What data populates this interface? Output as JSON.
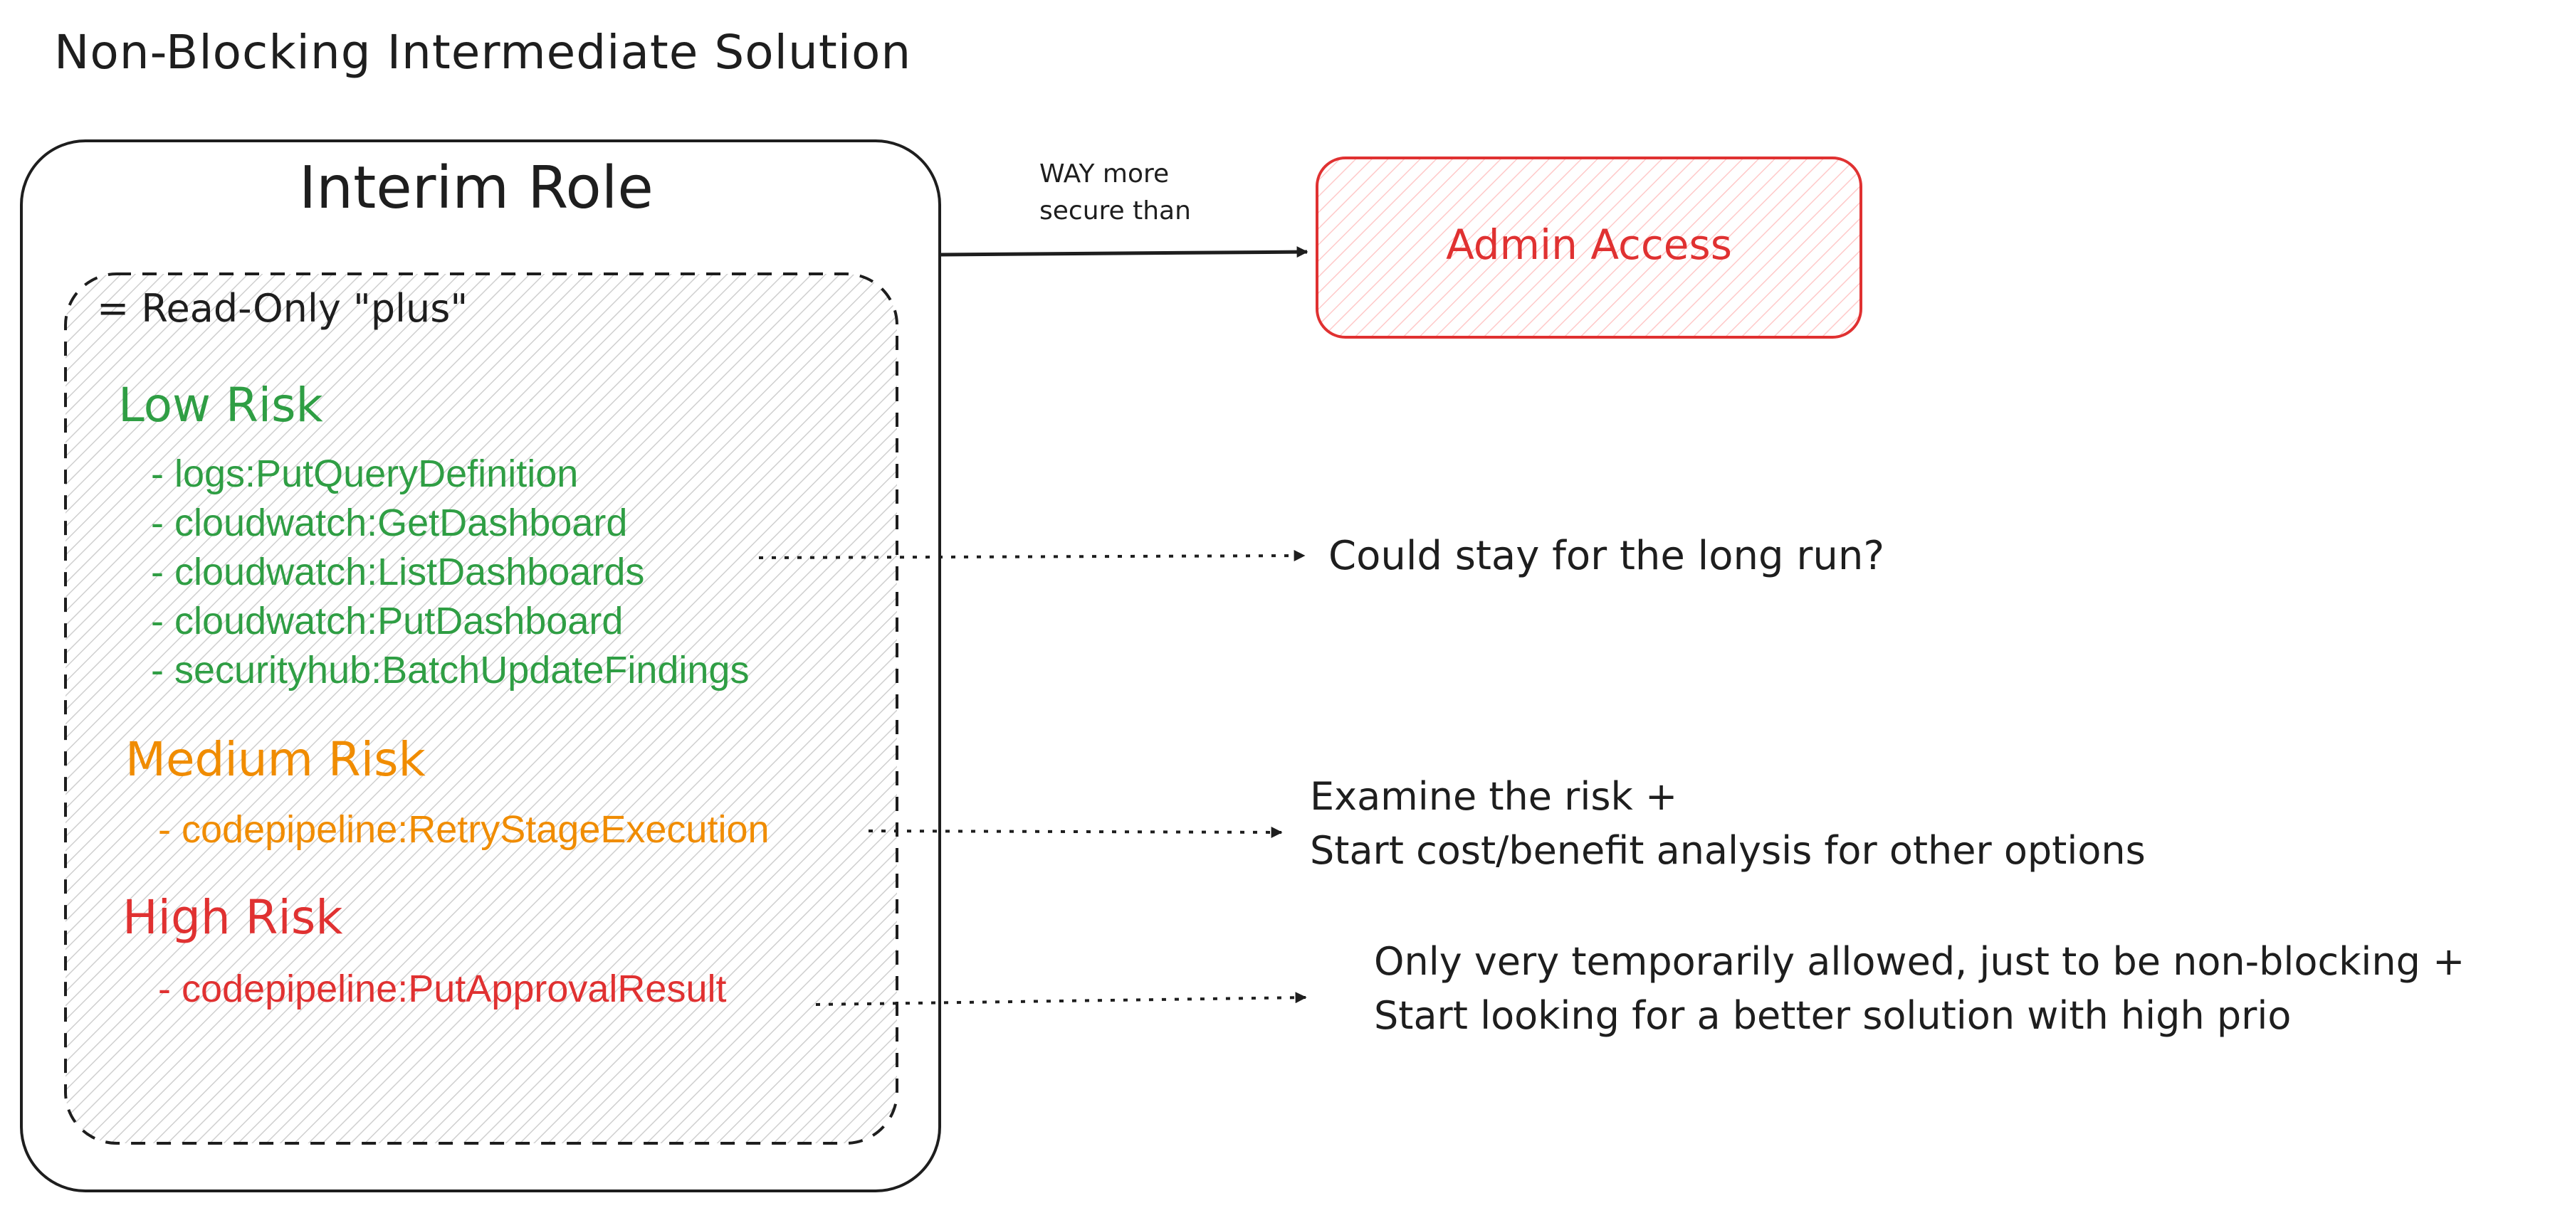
{
  "title": "Non-Blocking Intermediate Solution",
  "interim_role": {
    "title": "Interim Role",
    "subtitle": "= Read-Only \"plus\""
  },
  "comparison": {
    "label_line1": "WAY more",
    "label_line2": "secure than"
  },
  "admin_access": {
    "label": "Admin Access"
  },
  "risk_groups": {
    "low": {
      "title": "Low Risk",
      "items": [
        "- logs:PutQueryDefinition",
        "- cloudwatch:GetDashboard",
        "- cloudwatch:ListDashboards",
        "- cloudwatch:PutDashboard",
        "- securityhub:BatchUpdateFindings"
      ],
      "note": "Could stay for the long run?"
    },
    "medium": {
      "title": "Medium Risk",
      "items": [
        "- codepipeline:RetryStageExecution"
      ],
      "note_line1": "Examine the risk +",
      "note_line2": "Start cost/benefit analysis for other options"
    },
    "high": {
      "title": "High Risk",
      "items": [
        "- codepipeline:PutApprovalResult"
      ],
      "note_line1": "Only very temporarily allowed, just to be non-blocking +",
      "note_line2": "Start looking for a better solution with high prio"
    }
  },
  "colors": {
    "ink": "#1e1e1e",
    "low": "#2f9e44",
    "medium": "#f08c00",
    "high": "#e03131",
    "admin_fill": "#ffc9c9",
    "hatch_gray": "#c8c8c8"
  }
}
